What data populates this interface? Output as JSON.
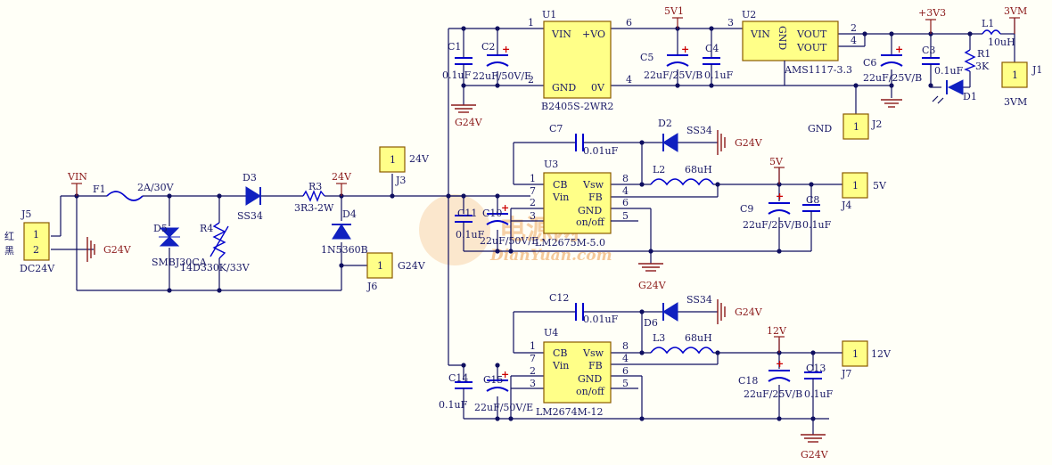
{
  "components": {
    "U1": {
      "ref": "U1",
      "name": "B2405S-2WR2",
      "pins": {
        "vin": "VIN",
        "vo": "+VO",
        "gnd": "GND",
        "ov": "0V",
        "p1": "1",
        "p2": "2",
        "p6": "6",
        "p4": "4"
      }
    },
    "U2": {
      "ref": "U2",
      "name": "AMS1117-3.3",
      "pins": {
        "vin": "VIN",
        "gnd": "GND",
        "vout1": "VOUT",
        "vout2": "VOUT",
        "p3": "3",
        "p2": "2",
        "p4": "4"
      }
    },
    "U3": {
      "ref": "U3",
      "name": "LM2675M-5.0",
      "pins": {
        "cb": "CB",
        "vsw": "Vsw",
        "vin": "Vin",
        "fb": "FB",
        "gnd": "GND",
        "onoff": "on/off",
        "p1": "1",
        "p7": "7",
        "p2": "2",
        "p3": "3",
        "p8": "8",
        "p4": "4",
        "p6": "6",
        "p5": "5"
      }
    },
    "U4": {
      "ref": "U4",
      "name": "LM2674M-12",
      "pins": {
        "cb": "CB",
        "vsw": "Vsw",
        "vin": "Vin",
        "fb": "FB",
        "gnd": "GND",
        "onoff": "on/off",
        "p1": "1",
        "p7": "7",
        "p2": "2",
        "p3": "3",
        "p8": "8",
        "p4": "4",
        "p6": "6",
        "p5": "5"
      }
    },
    "C1": {
      "ref": "C1",
      "val": "0.1uF"
    },
    "C2": {
      "ref": "C2",
      "val": "22uF/50V/E"
    },
    "C5": {
      "ref": "C5",
      "val": "22uF/25V/B"
    },
    "C4": {
      "ref": "C4",
      "val": "0.1uF"
    },
    "C6": {
      "ref": "C6",
      "val": "22uF/25V/B"
    },
    "C3": {
      "ref": "C3",
      "val": "0.1uF"
    },
    "C7": {
      "ref": "C7",
      "val": "0.01uF"
    },
    "C9": {
      "ref": "C9",
      "val": "22uF/25V/B"
    },
    "C8": {
      "ref": "C8",
      "val": "0.1uF"
    },
    "C11": {
      "ref": "C11",
      "val": "0.1uF"
    },
    "C10": {
      "ref": "C10",
      "val": "22uF/50V/E"
    },
    "C12": {
      "ref": "C12",
      "val": "0.01uF"
    },
    "C14": {
      "ref": "C14",
      "val": "0.1uF"
    },
    "C15": {
      "ref": "C15",
      "val": "22uF/50V/E"
    },
    "C18": {
      "ref": "C18",
      "val": "22uF/25V/B"
    },
    "C13": {
      "ref": "C13",
      "val": "0.1uF"
    },
    "L1": {
      "ref": "L1",
      "val": "10uH"
    },
    "L2": {
      "ref": "L2",
      "val": "68uH"
    },
    "L3": {
      "ref": "L3",
      "val": "68uH"
    },
    "R1": {
      "ref": "R1",
      "val": "3K"
    },
    "R3": {
      "ref": "R3",
      "val": "3R3-2W"
    },
    "R4": {
      "ref": "R4",
      "val": "14D330K/33V"
    },
    "F1": {
      "ref": "F1",
      "val": "2A/30V"
    },
    "D1": {
      "ref": "D1"
    },
    "D2": {
      "ref": "D2",
      "val": "SS34"
    },
    "D3": {
      "ref": "D3",
      "val": "SS34"
    },
    "D4": {
      "ref": "D4",
      "val": "1N5360B"
    },
    "D5": {
      "ref": "D5",
      "val": "SMBJ30CA"
    },
    "D6": {
      "ref": "D6",
      "val": "SS34"
    },
    "J1": {
      "ref": "J1",
      "pin": "1",
      "net": "3VM"
    },
    "J2": {
      "ref": "J2",
      "pin": "1",
      "net": "GND"
    },
    "J3": {
      "ref": "J3",
      "pin": "1",
      "net": "24V"
    },
    "J4": {
      "ref": "J4",
      "pin": "1",
      "net": "5V"
    },
    "J5": {
      "ref": "J5",
      "pin1": "1",
      "pin2": "2",
      "name": "DC24V",
      "red": "红",
      "black": "黑"
    },
    "J6": {
      "ref": "J6",
      "pin": "1",
      "net": "G24V"
    },
    "J7": {
      "ref": "J7",
      "pin": "1",
      "net": "12V"
    }
  },
  "nets": {
    "vin": "VIN",
    "v24": "24V",
    "v5v1": "5V1",
    "v3v3": "+3V3",
    "v3vm": "3VM",
    "v5": "5V",
    "v12": "12V",
    "g24v": "G24V",
    "gnd": "GND"
  },
  "watermark": {
    "brand": "电源网",
    "url": "DianYuan.com"
  },
  "colors": {
    "wire": "#0f0f60",
    "component": "#0000cc",
    "ic_fill": "#ffff88",
    "ic_border": "#8a5a00",
    "power": "#8b1a1a",
    "text": "#1a1a66",
    "watermark": "#e87a10"
  }
}
